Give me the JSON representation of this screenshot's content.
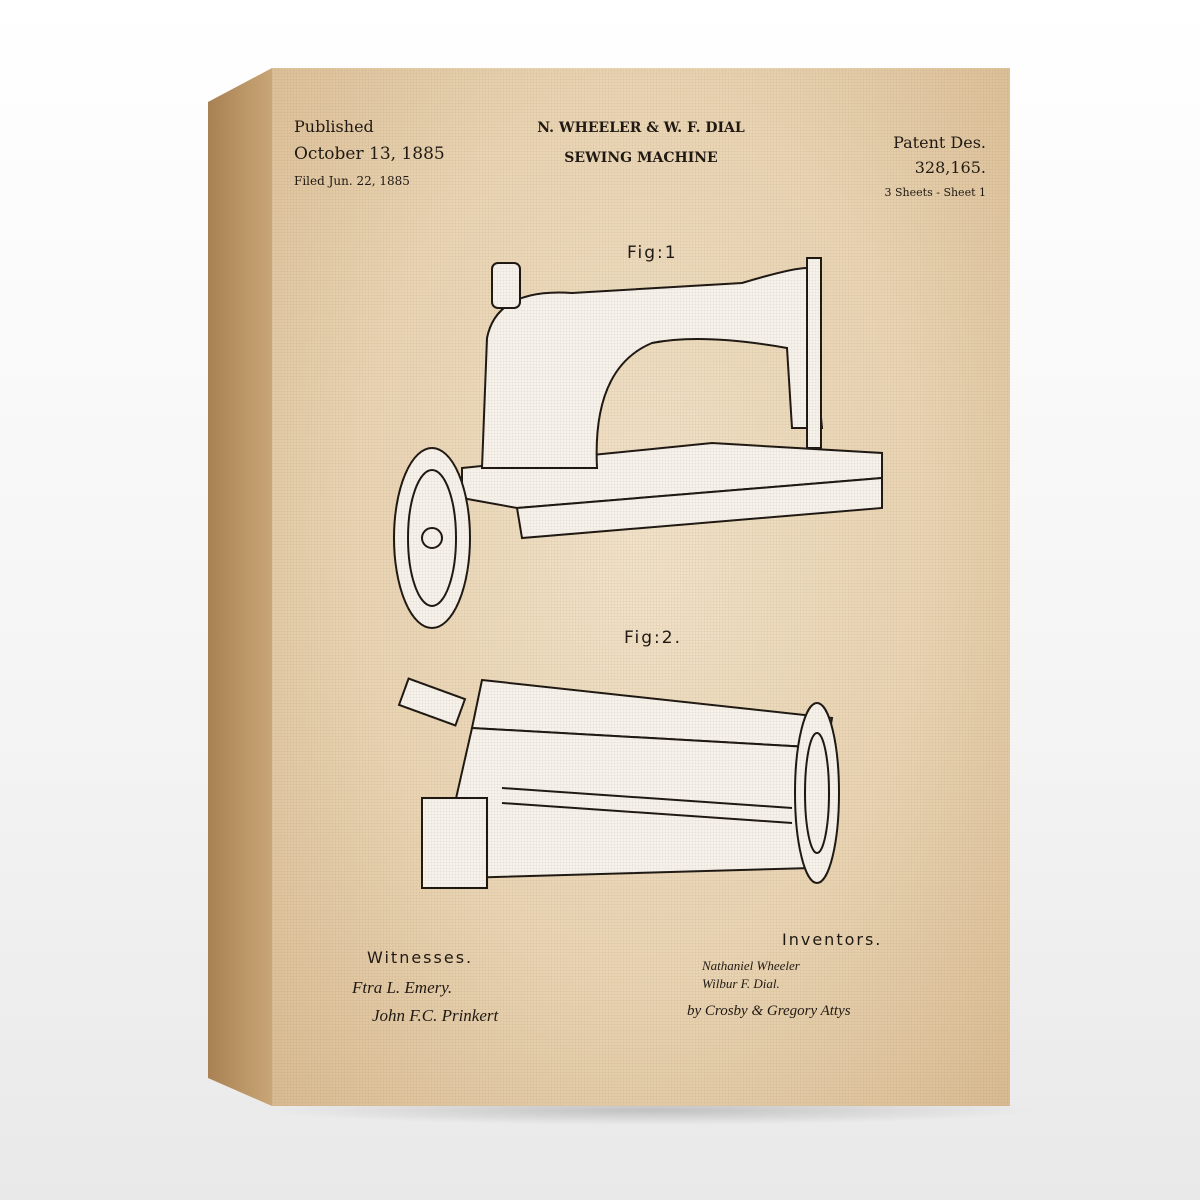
{
  "header": {
    "published_label": "Published",
    "published_date": "October 13, 1885",
    "filed": "Filed Jun. 22, 1885",
    "inventors_line": "N. WHEELER & W. F. DIAL",
    "title": "SEWING MACHINE",
    "patent_label": "Patent Des.",
    "patent_number": "328,165.",
    "sheets": "3 Sheets - Sheet 1"
  },
  "figures": {
    "fig1": "Fig:1",
    "fig2": "Fig:2."
  },
  "footer": {
    "witnesses_label": "Witnesses.",
    "witness_signatures": [
      "Ftra L. Emery.",
      "John F.C. Prinkert"
    ],
    "inventors_label": "Inventors.",
    "inventor_signatures": [
      "Nathaniel Wheeler",
      "Wilbur F. Dial.",
      "by Crosby & Gregory Attys"
    ]
  },
  "colors": {
    "paper": "#ecd8b8",
    "ink": "#1d1712"
  }
}
